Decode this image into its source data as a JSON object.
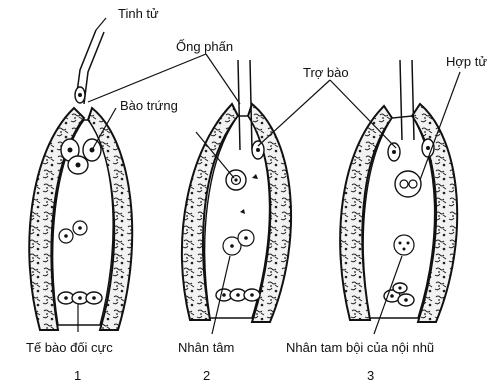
{
  "labels": {
    "tinh_tu": "Tinh tử",
    "ong_phan": "Ống phấn",
    "tro_bao": "Trợ bào",
    "hop_tu": "Hợp tử",
    "bao_trung": "Bào trứng",
    "te_bao_doi_cuc": "Tế bào đối cực",
    "nhan_tam": "Nhân tâm",
    "nhan_tam_boi": "Nhân tam bội của nội nhũ"
  },
  "stages": [
    "1",
    "2",
    "3"
  ]
}
